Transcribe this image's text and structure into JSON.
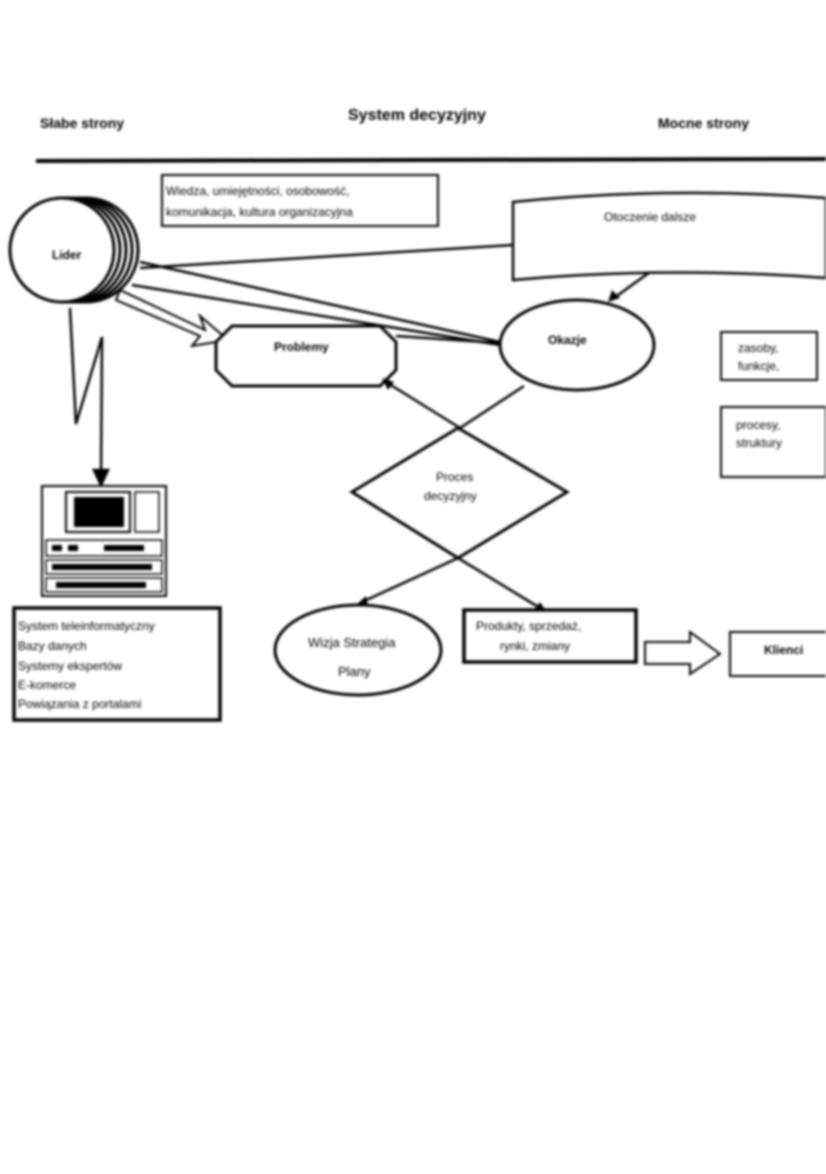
{
  "header": {
    "weak_sides": "Słabe strony",
    "title": "System decyzyjny",
    "strong_sides": "Mocne strony"
  },
  "leader": {
    "label": "Lider"
  },
  "knowledge_box": {
    "line1": "Wiedza,   umiejętności,   osobowość,",
    "line2": "komunikacja, kultura organizacyjna"
  },
  "banner": {
    "label": "Otoczenie    dalsze"
  },
  "problems": {
    "label": "Problemy"
  },
  "opportunities": {
    "label": "Okazje"
  },
  "side_boxes": {
    "box1": {
      "line1": "zasoby,",
      "line2": "funkcje,"
    },
    "box2": {
      "line1": "procesy,",
      "line2": "struktury"
    }
  },
  "decision_process": {
    "line1": "Proces",
    "line2": "decyzyjny"
  },
  "vision": {
    "line1": "Wizja Strategia",
    "line2": "Plany"
  },
  "products": {
    "line1": "Produkty, sprzedaż,",
    "line2": "rynki, zmiany"
  },
  "clients": {
    "label": "Klienci"
  },
  "it_system": {
    "items": [
      "System teleinformatyczny",
      "Bazy danych",
      "Systemy ekspertów",
      "E-komerce",
      "Powiązania z portalami"
    ]
  }
}
